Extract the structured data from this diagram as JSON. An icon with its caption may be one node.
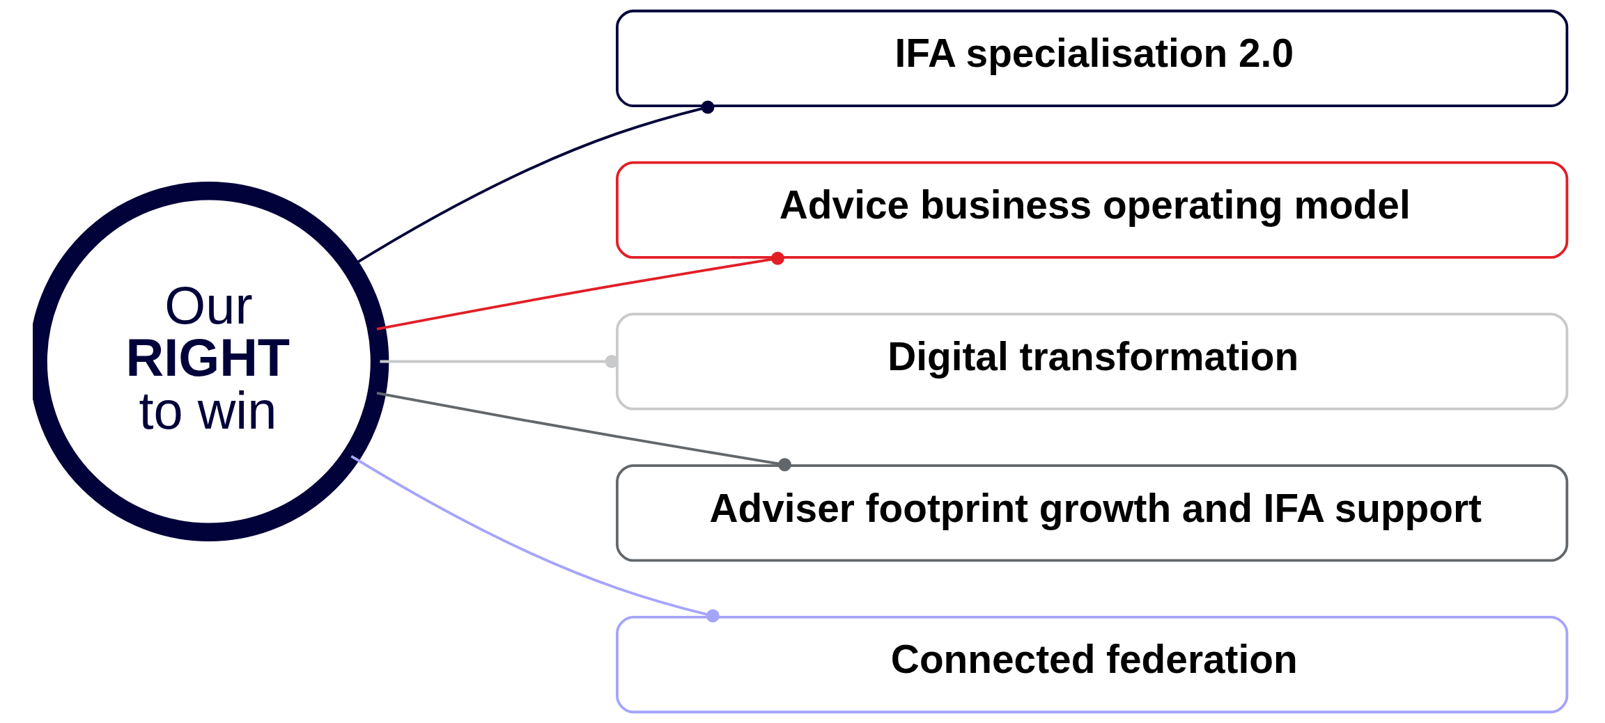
{
  "diagram": {
    "nodes": [
      {
        "text": [
          "Our **RIGHT** to win"
        ]
      },
      {
        "text": [
          "IFA specialisation 2.0"
        ]
      },
      {
        "text": [
          "Advice business operating model"
        ]
      },
      {
        "text": [
          "Digital transformation"
        ]
      },
      {
        "text": [
          "Adviser footprint growth and IFA support"
        ]
      },
      {
        "text": [
          "Connected federation"
        ]
      }
    ],
    "edges": [
      {
        "from": 0,
        "to": 1,
        "arrow": "other",
        "color": "#02023a"
      },
      {
        "from": 0,
        "to": 2,
        "arrow": "other",
        "color": "#e21e26"
      },
      {
        "from": 0,
        "to": 3,
        "arrow": "other",
        "color": "#c8c9cb"
      },
      {
        "from": 0,
        "to": 4,
        "arrow": "other",
        "color": "#62676b"
      },
      {
        "from": 0,
        "to": 5,
        "arrow": "other",
        "color": "#a5a4fb"
      }
    ]
  }
}
